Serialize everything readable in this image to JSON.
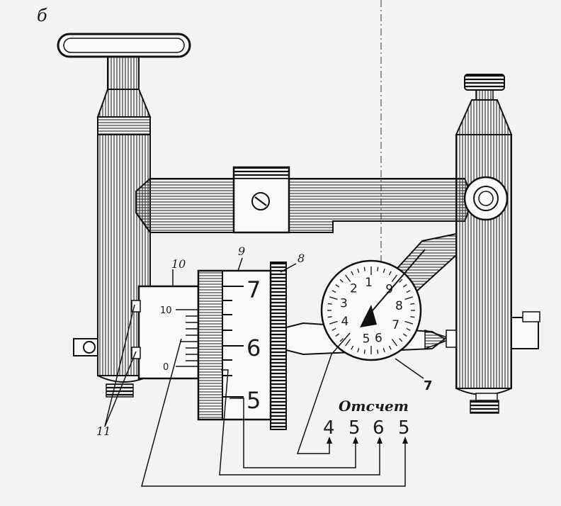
{
  "figure": {
    "panel_letter": "б",
    "reading_title": "Отсчет",
    "reading_digits": [
      "4",
      "5",
      "6",
      "5"
    ]
  },
  "callouts": {
    "c7": "7",
    "c8": "8",
    "c9": "9",
    "c10": "10",
    "c11": "11"
  },
  "scales": {
    "vernier": [
      "10",
      "0"
    ],
    "drum": [
      "7",
      "6",
      "5"
    ],
    "dial": [
      "1",
      "2",
      "3",
      "4",
      "5",
      "6",
      "7",
      "8",
      "9"
    ]
  },
  "colors": {
    "ink": "#1a1a1a",
    "paper": "#f3f3f1"
  }
}
